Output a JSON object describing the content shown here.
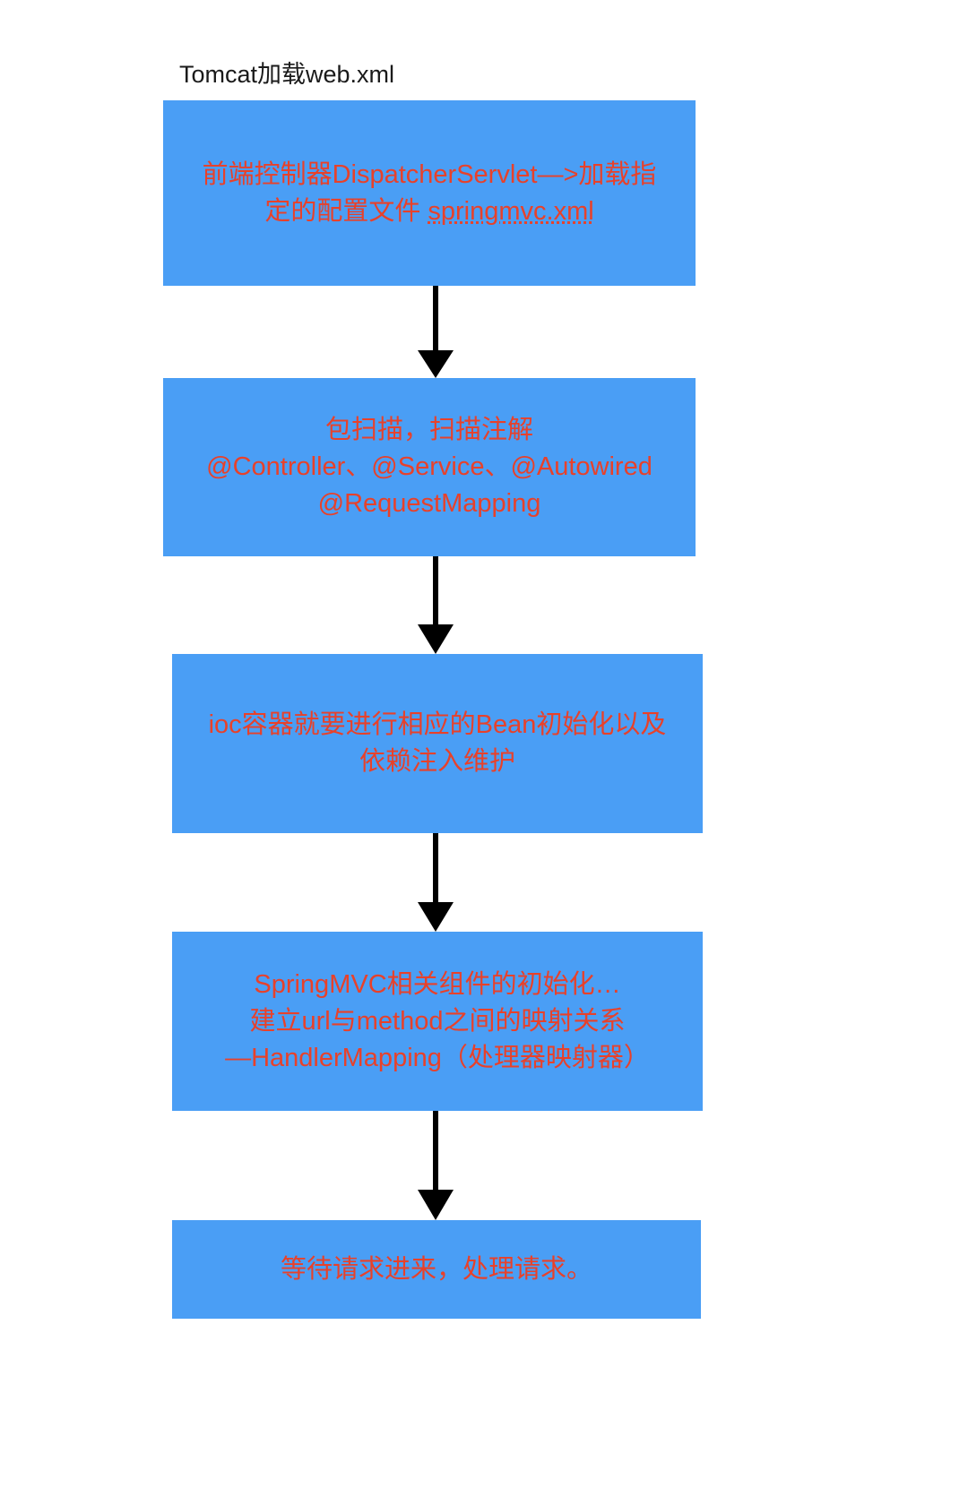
{
  "diagram": {
    "title": "Tomcat加载web.xml",
    "background_color": "#ffffff",
    "node_fill_color": "#4a9ef5",
    "node_text_color": "#e8412a",
    "arrow_color": "#000000",
    "title_color": "#1a1a1a",
    "orientation": "top-to-bottom",
    "nodes": [
      {
        "id": "node-1",
        "name": "dispatcher-servlet-load",
        "text": "前端控制器DispatcherServlet—>加载指定的配置文件 springmvc.xml",
        "line1": "前端控制器DispatcherServlet—>加载指",
        "line2_prefix": "定的配置文件 ",
        "line2_spellchecked": "springmvc.xml"
      },
      {
        "id": "node-2",
        "name": "package-scan-annotations",
        "text": "包扫描，扫描注解\n@Controller、@Service、@Autowired\n@RequestMapping",
        "line1": "包扫描，扫描注解",
        "line2": "@Controller、@Service、@Autowired",
        "line3": "@RequestMapping"
      },
      {
        "id": "node-3",
        "name": "ioc-bean-init",
        "text": "ioc容器就要进行相应的Bean初始化以及\n依赖注入维护",
        "line1": "ioc容器就要进行相应的Bean初始化以及",
        "line2": "依赖注入维护"
      },
      {
        "id": "node-4",
        "name": "springmvc-component-init",
        "text": "SpringMVC相关组件的初始化…\n建立url与method之间的映射关系\n—HandlerMapping（处理器映射器）",
        "line1": "SpringMVC相关组件的初始化…",
        "line2": "建立url与method之间的映射关系",
        "line3": "—HandlerMapping（处理器映射器）"
      },
      {
        "id": "node-5",
        "name": "wait-and-handle-request",
        "text": "等待请求进来，处理请求。",
        "line1": "等待请求进来，处理请求。"
      }
    ],
    "edges": [
      {
        "id": "arrow-1",
        "from": "node-1",
        "to": "node-2",
        "style": "solid-down-arrow"
      },
      {
        "id": "arrow-2",
        "from": "node-2",
        "to": "node-3",
        "style": "solid-down-arrow"
      },
      {
        "id": "arrow-3",
        "from": "node-3",
        "to": "node-4",
        "style": "solid-down-arrow"
      },
      {
        "id": "arrow-4",
        "from": "node-4",
        "to": "node-5",
        "style": "solid-down-arrow"
      }
    ]
  }
}
